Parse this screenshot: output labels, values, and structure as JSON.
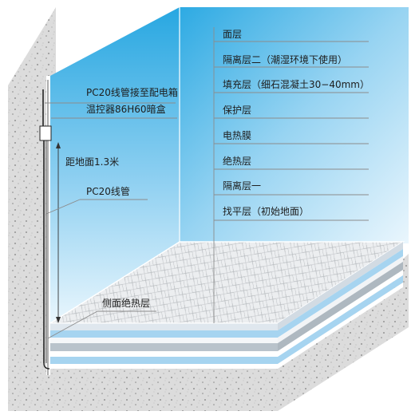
{
  "diagram": {
    "layers": [
      {
        "label": "面层"
      },
      {
        "label": "隔离层二（潮湿环境下使用）"
      },
      {
        "label": "填充层（细石混凝土30−40mm）"
      },
      {
        "label": "保护层"
      },
      {
        "label": "电热膜"
      },
      {
        "label": "绝热层"
      },
      {
        "label": "隔离层一"
      },
      {
        "label": "找平层（初始地面）"
      }
    ],
    "wall_annotations": {
      "conduit_to_box": "PC20线管接至配电箱",
      "thermostat_box": "温控器86H60暗盒",
      "height_above_floor": "距地面1.3米",
      "conduit": "PC20线管",
      "side_insulation": "侧面绝热层"
    },
    "colors": {
      "sky_gradient_top": "#27a7e1",
      "sky_gradient_bottom": "#e9f6fd",
      "concrete": "#dcdcdc",
      "layer_blue": "#a6d4f0",
      "leader_line": "#9a9a9a"
    }
  }
}
